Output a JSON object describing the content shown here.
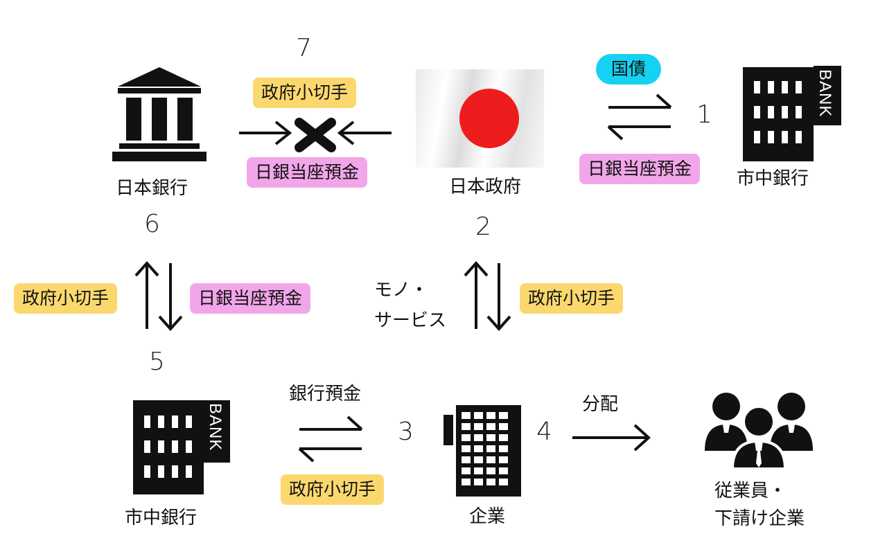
{
  "nodes": {
    "boj": "日本銀行",
    "gov": "日本政府",
    "bank_top": "市中銀行",
    "bank_bottom": "市中銀行",
    "company": "企業",
    "employees_line1": "従業員・",
    "employees_line2": "下請け企業"
  },
  "bank_sign": "BANK",
  "steps": {
    "s1": "1",
    "s2": "2",
    "s3": "3",
    "s4": "4",
    "s5": "5",
    "s6": "6",
    "s7": "7"
  },
  "pills": {
    "kokusai": "国債",
    "boj_deposit_1": "日銀当座預金",
    "seifu_check_7": "政府小切手",
    "boj_deposit_7": "日銀当座預金",
    "seifu_check_2": "政府小切手",
    "seifu_check_6": "政府小切手",
    "boj_deposit_6": "日銀当座預金",
    "seifu_check_3": "政府小切手"
  },
  "texts": {
    "goods_line1": "モノ・",
    "goods_line2": "サービス",
    "bank_deposit": "銀行預金",
    "distribution": "分配"
  },
  "colors": {
    "check_pill": "#fbd86e",
    "deposit_pill": "#f2a6ea",
    "bond_pill": "#15d2f3",
    "flag_circle": "#ee1c1c"
  }
}
